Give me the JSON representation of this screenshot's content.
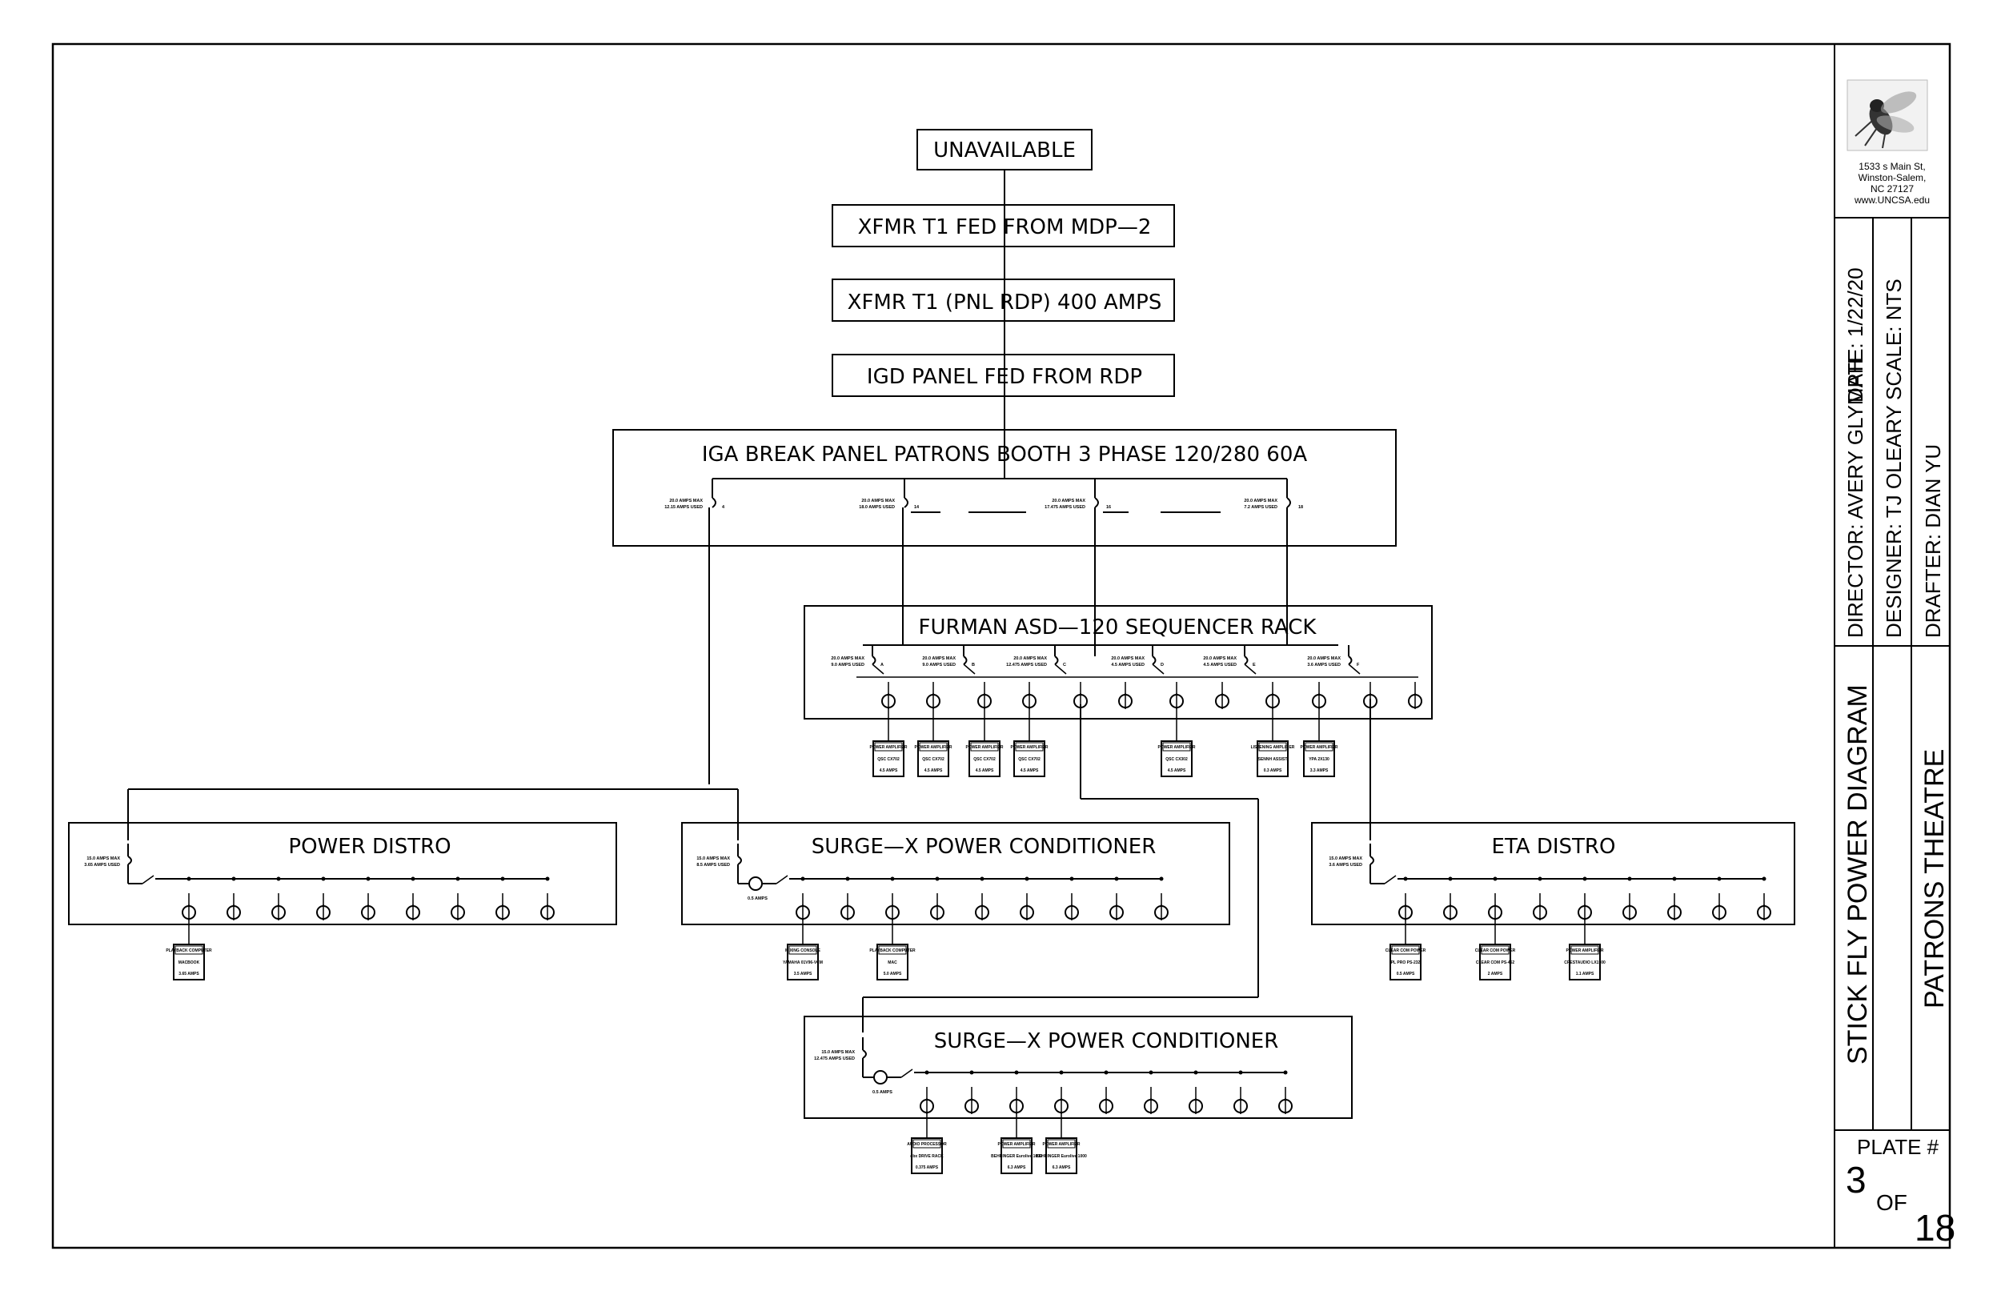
{
  "title_block": {
    "address": [
      "1533 s Main St,",
      "Winston-Salem,",
      "NC 27127",
      "www.UNCSA.edu"
    ],
    "director": "DIRECTOR: AVERY GLYMPH",
    "date": "DATE: 1/22/20",
    "designer": "DESIGNER: TJ OLEARY",
    "scale": "SCALE: NTS",
    "drafter": "DRAFTER: DIAN YU",
    "drawing_title": "STICK FLY POWER DIAGRAM",
    "venue": "PATRONS THEATRE",
    "plate_label": "PLATE #",
    "plate_number": "3",
    "plate_of": "OF",
    "plate_total": "18",
    "logo_icon": "fly-icon"
  },
  "feed_chain": [
    "UNAVAILABLE",
    "XFMR  T1  FED  FROM  MDP—2",
    "XFMR  T1  (PNL  RDP)  400  AMPS",
    "IGD  PANEL  FED  FROM  RDP"
  ],
  "panels": {
    "break_panel": {
      "label": "IGA  BREAK  PANEL  PATRONS  BOOTH  3  PHASE  120/280  60A",
      "breakers": [
        {
          "l1": "20.0 AMPS MAX",
          "l2": "12.15 AMPS USED",
          "num": "4"
        },
        {
          "l1": "20.0 AMPS MAX",
          "l2": "18.0 AMPS USED",
          "num": "14"
        },
        {
          "l1": "20.0 AMPS MAX",
          "l2": "17.475 AMPS USED",
          "num": "16"
        },
        {
          "l1": "20.0 AMPS MAX",
          "l2": "7.2 AMPS USED",
          "num": "18"
        }
      ]
    },
    "sequencer": {
      "label": "FURMAN  ASD—120  SEQUENCER  RACK",
      "breakers": [
        {
          "l1": "20.0 AMPS MAX",
          "l2": "9.0 AMPS USED",
          "num": "A"
        },
        {
          "l1": "20.0 AMPS MAX",
          "l2": "9.0 AMPS USED",
          "num": "B"
        },
        {
          "l1": "20.0 AMPS MAX",
          "l2": "12.475 AMPS USED",
          "num": "C"
        },
        {
          "l1": "20.0 AMPS MAX",
          "l2": "4.5 AMPS USED",
          "num": "D"
        },
        {
          "l1": "20.0 AMPS MAX",
          "l2": "4.5 AMPS USED",
          "num": "E"
        },
        {
          "l1": "20.0 AMPS MAX",
          "l2": "3.6 AMPS USED",
          "num": "F"
        }
      ],
      "devices": [
        {
          "title": "POWER AMPLIFIER",
          "model": "QSC CX702",
          "amps": "4.5 AMPS"
        },
        {
          "title": "POWER AMPLIFIER",
          "model": "QSC CX702",
          "amps": "4.5 AMPS"
        },
        {
          "title": "POWER AMPLIFIER",
          "model": "QSC CX702",
          "amps": "4.5 AMPS"
        },
        {
          "title": "POWER AMPLIFIER",
          "model": "QSC CX702",
          "amps": "4.5 AMPS"
        },
        {
          "title": "POWER AMPLIFIER",
          "model": "QSC CX302",
          "amps": "4.5 AMPS"
        },
        {
          "title": "LISTENING AMPLIFIER",
          "model": "SENNH ASSIST",
          "amps": "0.3 AMPS"
        },
        {
          "title": "POWER AMPLIFIER",
          "model": "YPA 2X130",
          "amps": "3.3 AMPS"
        }
      ]
    },
    "power_distro": {
      "label": "POWER  DISTRO",
      "breaker": {
        "l1": "15.0 AMPS MAX",
        "l2": "3.65 AMPS USED"
      },
      "devices": [
        {
          "title": "PLAYBACK COMPUTER",
          "model": "MACBOOK",
          "amps": "3.65 AMPS"
        }
      ]
    },
    "surge_x_1": {
      "label": "SURGE—X  POWER  CONDITIONER",
      "breaker": {
        "l1": "15.0 AMPS MAX",
        "l2": "8.5 AMPS USED"
      },
      "meter": "0.5 AMPS",
      "devices": [
        {
          "title": "MIXING CONSOLE",
          "model": "YAMAHA 01V96-VCM",
          "amps": "3.5 AMPS"
        },
        {
          "title": "PLAYBACK COMPUTER",
          "model": "MAC",
          "amps": "5.0 AMPS"
        }
      ]
    },
    "eta_distro": {
      "label": "ETA  DISTRO",
      "breaker": {
        "l1": "15.0 AMPS MAX",
        "l2": "3.6 AMPS USED"
      },
      "devices": [
        {
          "title": "CLEAR COM POWER",
          "model": "PL PRO PS-232",
          "amps": "0.5 AMPS"
        },
        {
          "title": "CLEAR COM POWER",
          "model": "CLEAR COM PS-452",
          "amps": "2 AMPS"
        },
        {
          "title": "POWER AMPLIFIER",
          "model": "CRESTAUDIO LX1500",
          "amps": "1.1 AMPS"
        }
      ]
    },
    "surge_x_2": {
      "label": "SURGE—X  POWER  CONDITIONER",
      "breaker": {
        "l1": "15.0 AMPS MAX",
        "l2": "12.475 AMPS USED"
      },
      "meter": "0.5 AMPS",
      "devices": [
        {
          "title": "AUDIO PROCESSOR",
          "model": "dbx DRIVE RACK",
          "amps": "0.375 AMPS"
        },
        {
          "title": "POWER AMPLIFIER",
          "model": "BEHRINGER Eurolive 1000",
          "amps": "6.3 AMPS"
        },
        {
          "title": "POWER AMPLIFIER",
          "model": "BEHRINGER Eurolive 1000",
          "amps": "6.3 AMPS"
        }
      ]
    }
  }
}
